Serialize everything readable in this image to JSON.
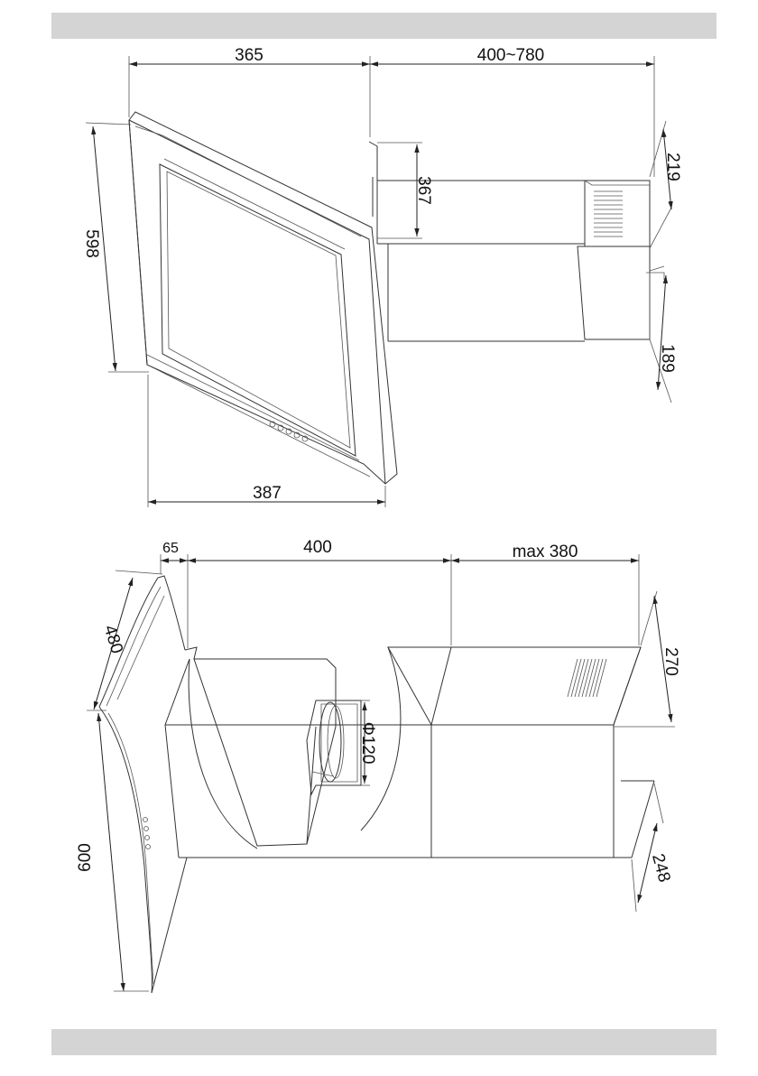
{
  "header_bar": {},
  "footer_bar": {},
  "top_view": {
    "dims": {
      "width_top": "365",
      "chimney_span": "400~780",
      "height_left": "598",
      "duct_height": "367",
      "top_box": "219",
      "lower_box": "189",
      "width_bottom": "387"
    }
  },
  "bottom_view": {
    "dims": {
      "offset": "65",
      "width_400": "400",
      "max_length": "max 380",
      "top_side": "480",
      "left_side": "600",
      "box_height": "270",
      "duct_diameter": "Φ120",
      "box_depth": "248"
    }
  },
  "colors": {
    "bar": "#d4d4d4",
    "line": "#333333",
    "text": "#111111"
  }
}
